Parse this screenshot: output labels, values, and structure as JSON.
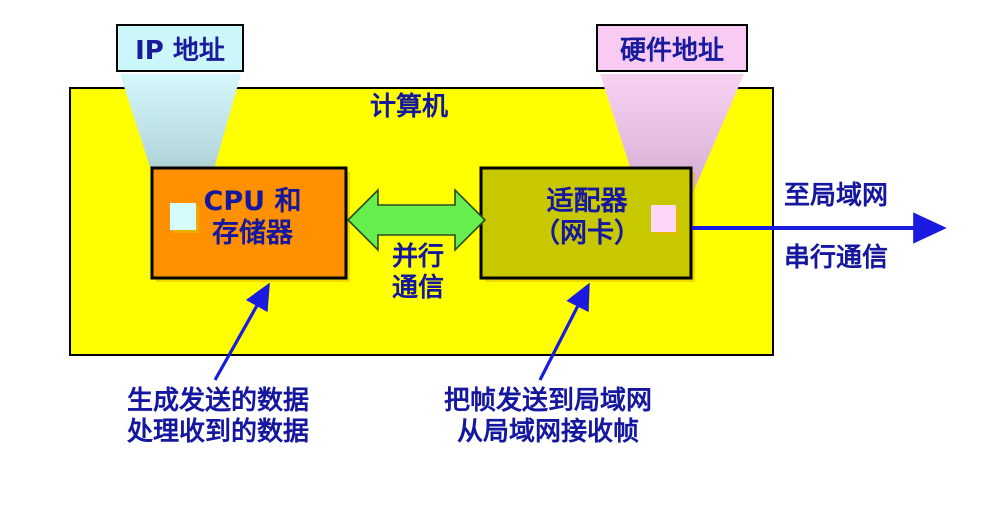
{
  "diagram": {
    "title": "计算机",
    "labels": {
      "ip_address": "IP 地址",
      "hardware_address": "硬件地址"
    },
    "blocks": {
      "cpu": {
        "line1": "CPU 和",
        "line2": "存储器"
      },
      "adapter": {
        "line1": "适配器",
        "line2": "（网卡）"
      }
    },
    "connectors": {
      "parallel": {
        "line1": "并行",
        "line2": "通信"
      },
      "to_lan": "至局域网",
      "serial": "串行通信"
    },
    "notes": {
      "left": {
        "line1": "生成发送的数据",
        "line2": "处理收到的数据"
      },
      "right": {
        "line1": "把帧发送到局域网",
        "line2": "从局域网接收帧"
      }
    },
    "colors": {
      "computer_fill": "#ffff00",
      "cpu_fill": "#ff9000",
      "adapter_fill": "#c8c800",
      "ip_label_fill": "#ccf7fa",
      "hw_label_fill": "#f8ccf2",
      "arrow_green": "#66ee4d",
      "text_blue": "#15179e",
      "outline_black": "#000000"
    }
  }
}
